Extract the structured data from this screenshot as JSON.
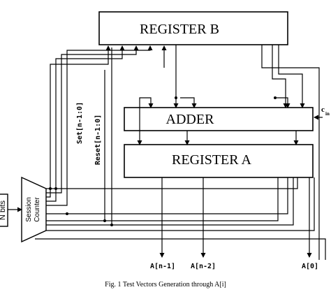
{
  "blocks": {
    "register_b": "REGISTER B",
    "adder": "ADDER",
    "register_a": "REGISTER A",
    "session_counter_line1": "Session",
    "session_counter_line2": "Counter",
    "n_bits": "N bits"
  },
  "signals": {
    "set": "Set[n-1:0]",
    "reset": "Reset[n-1:0]",
    "carry_in_main": "c",
    "carry_in_sub": "in"
  },
  "outputs": {
    "a_n1": "A[n-1]",
    "a_n2": "A[n-2]",
    "a_0": "A[0]"
  },
  "caption": "Fig. 1 Test Vectors Generation through A[i]"
}
